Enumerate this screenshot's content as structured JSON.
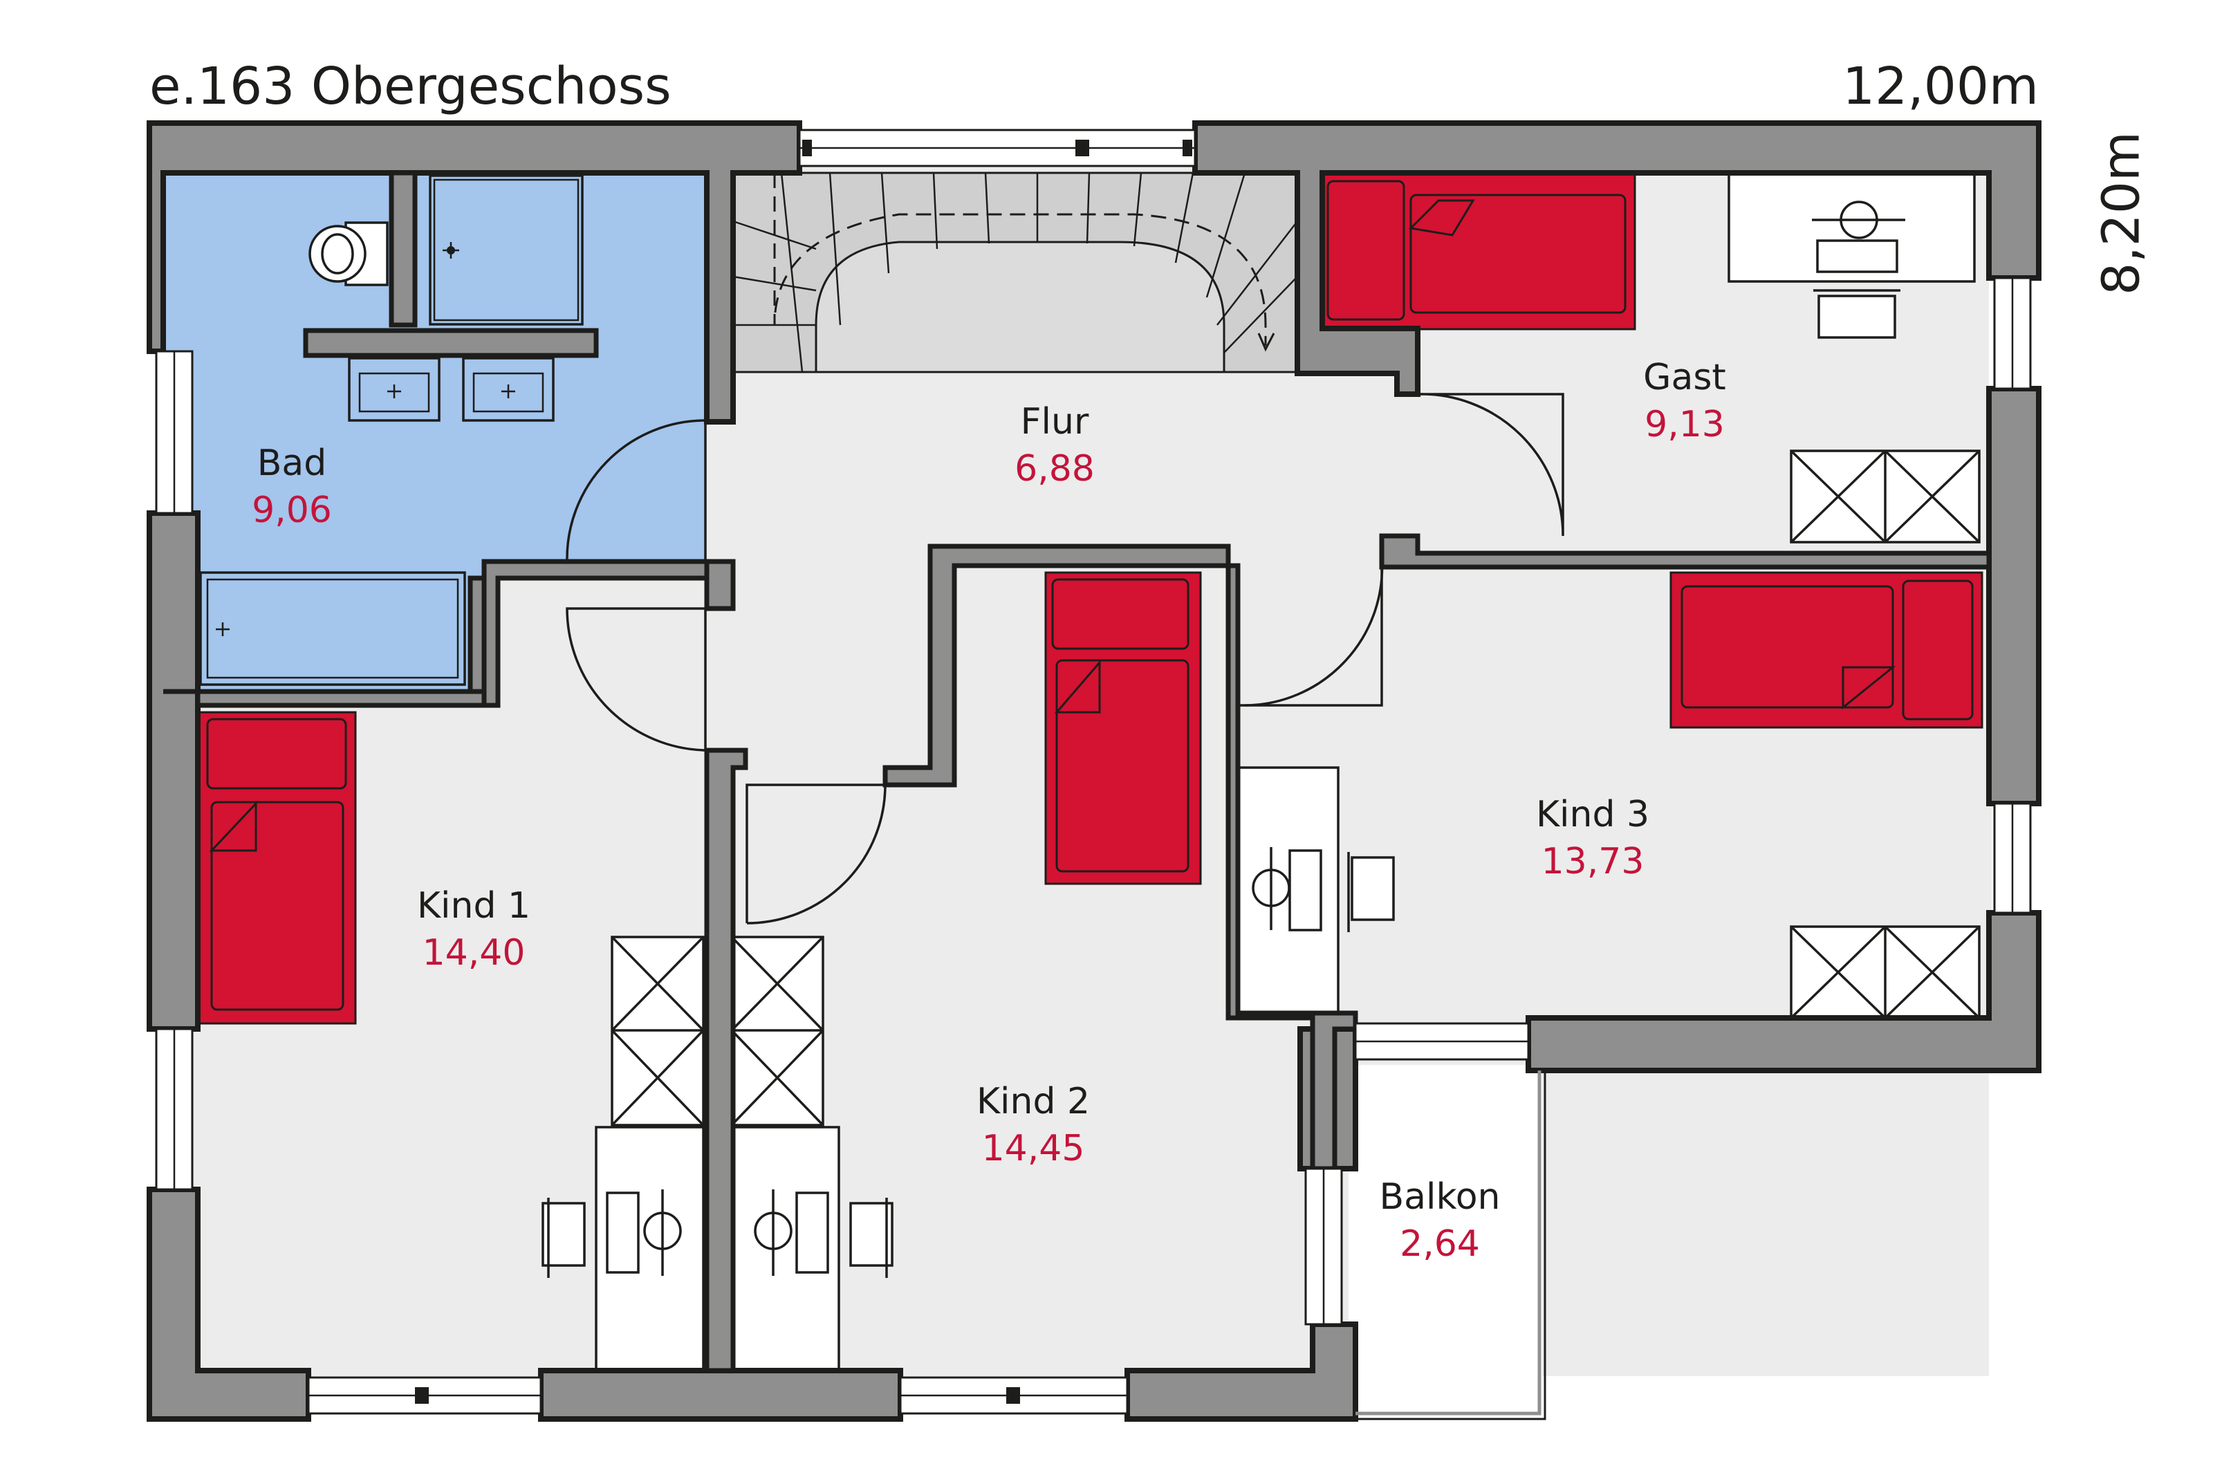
{
  "plan": {
    "title": "e.163 Obergeschoss",
    "width_label": "12,00m",
    "depth_label": "8,20m"
  },
  "colors": {
    "wall": "#8f8f8f",
    "outline": "#1d1d1b",
    "floor": "#ececec",
    "bath": "#a4c5ec",
    "bed": "#d41232",
    "area_text": "#c3143a"
  },
  "rooms": [
    {
      "name": "Bad",
      "area": "9,06"
    },
    {
      "name": "Flur",
      "area": "6,88"
    },
    {
      "name": "Gast",
      "area": "9,13"
    },
    {
      "name": "Kind 1",
      "area": "14,40"
    },
    {
      "name": "Kind 2",
      "area": "14,45"
    },
    {
      "name": "Kind 3",
      "area": "13,73"
    },
    {
      "name": "Balkon",
      "area": "2,64"
    }
  ]
}
